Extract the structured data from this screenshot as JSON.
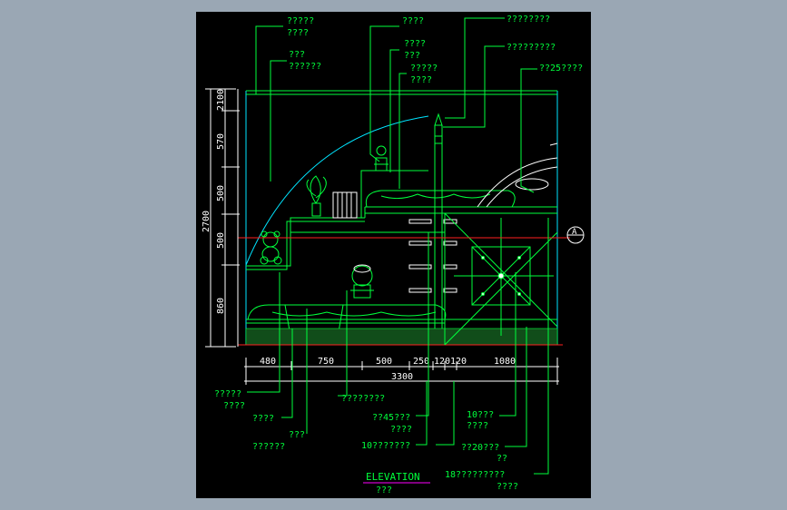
{
  "view": {
    "title": "ELEVATION",
    "subtitle": "???",
    "section_marker": "A"
  },
  "dimensions": {
    "vertical": [
      "2100",
      "570",
      "500",
      "500",
      "860"
    ],
    "vertical_total": "2700",
    "horizontal": [
      "480",
      "750",
      "500",
      "250",
      "120",
      "120",
      "1080"
    ],
    "horizontal_total": "3300"
  },
  "callouts_top": [
    {
      "line1": "?????",
      "line2": "????"
    },
    {
      "line1": "???",
      "line2": "??????"
    },
    {
      "line1": "????",
      "line2": ""
    },
    {
      "line1": "????",
      "line2": "???"
    },
    {
      "line1": "?????",
      "line2": "????"
    },
    {
      "line1": "????????",
      "line2": ""
    },
    {
      "line1": "?????????",
      "line2": ""
    },
    {
      "line1": "??25????",
      "line2": ""
    }
  ],
  "callouts_bottom": [
    {
      "line1": "?????",
      "line2": "????"
    },
    {
      "line1": "????",
      "line2": ""
    },
    {
      "line1": "???",
      "line2": "??????"
    },
    {
      "line1": "????????",
      "line2": ""
    },
    {
      "line1": "??45???",
      "line2": "????"
    },
    {
      "line1": "10???????",
      "line2": ""
    },
    {
      "line1": "10???",
      "line2": "????"
    },
    {
      "line1": "??20???",
      "line2": "??"
    },
    {
      "line1": "18?????????",
      "line2": "????"
    }
  ],
  "colors": {
    "green": "#00ff3c",
    "cyan": "#00e5ff",
    "red": "#ff2020",
    "white": "#ffffff",
    "magenta": "#ff00ff",
    "background": "#000000",
    "frame": "#9aa7b4"
  }
}
